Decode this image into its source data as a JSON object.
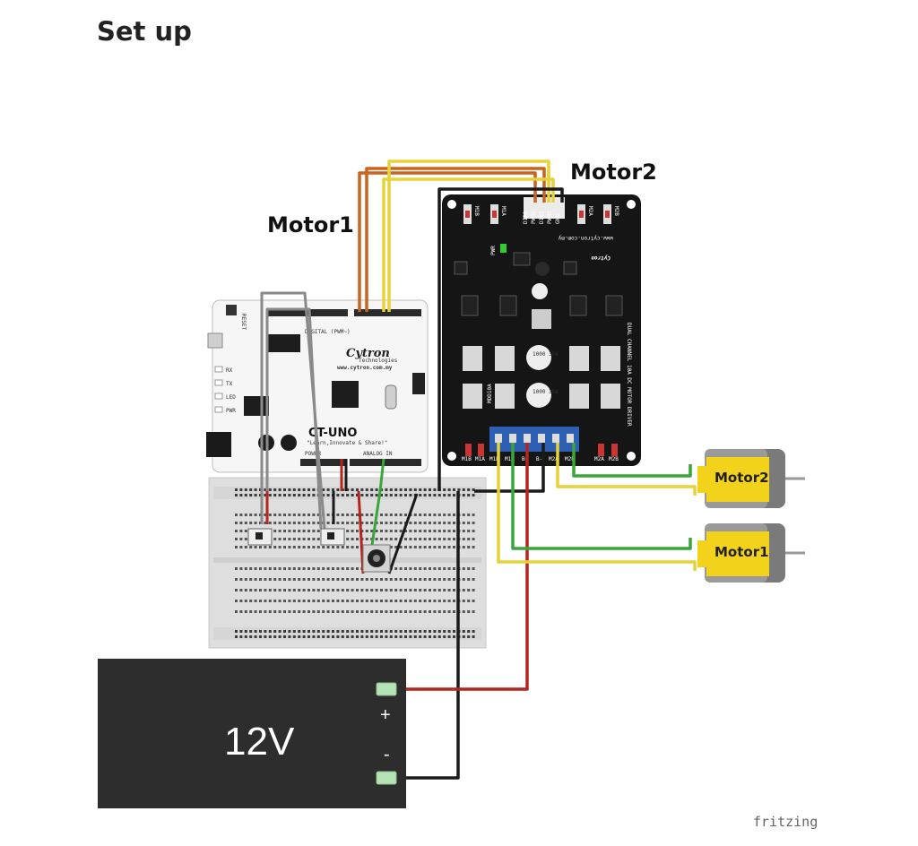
{
  "heading": "Set up",
  "labels": {
    "motor1": "Motor1",
    "motor2": "Motor2"
  },
  "arduino": {
    "brand": "Cytron",
    "brand_sub": "Technologies",
    "url": "www.cytron.com.my",
    "model": "CT-UNO",
    "slogan": "\"Learn,Innovate & Share!\"",
    "reset": "RESET",
    "leds": [
      "RX",
      "TX",
      "LED",
      "PWR"
    ],
    "power_header": "POWER",
    "analog_header": "ANALOG IN",
    "digital_header": "DIGITAL (PWM~)"
  },
  "driver": {
    "model": "MDD10A",
    "description": "DUAL CHANNEL 10A DC MOTOR DRIVER",
    "brand": "Cytron",
    "brand_url": "www.cytron.com.my",
    "pwr": "PWR",
    "cap_label": "1000 35V",
    "input_pins": [
      "DIR1",
      "PWM1",
      "DIR2",
      "PWM2",
      "GND"
    ],
    "buttons_top": [
      "M1B",
      "M1A",
      "M2A",
      "M2B"
    ],
    "terminal_labels": [
      "M1B",
      "M1A",
      "B+",
      "B-",
      "M2A",
      "M2B"
    ],
    "bottom_buttons": [
      "M1B",
      "M1A",
      "M2A",
      "M2B"
    ]
  },
  "motors": [
    {
      "label": "Motor2"
    },
    {
      "label": "Motor1"
    }
  ],
  "battery": {
    "label": "12V",
    "plus": "+",
    "minus": "-"
  },
  "watermark": "fritzing",
  "colors": {
    "wire_orange": "#c8641e",
    "wire_yellow": "#e8d23a",
    "wire_green": "#3aa63a",
    "wire_red": "#b3261e",
    "wire_black": "#1a1a1a",
    "wire_gray": "#8a8a8a",
    "pcb_black": "#151515",
    "motor_yellow": "#f2d21b"
  }
}
